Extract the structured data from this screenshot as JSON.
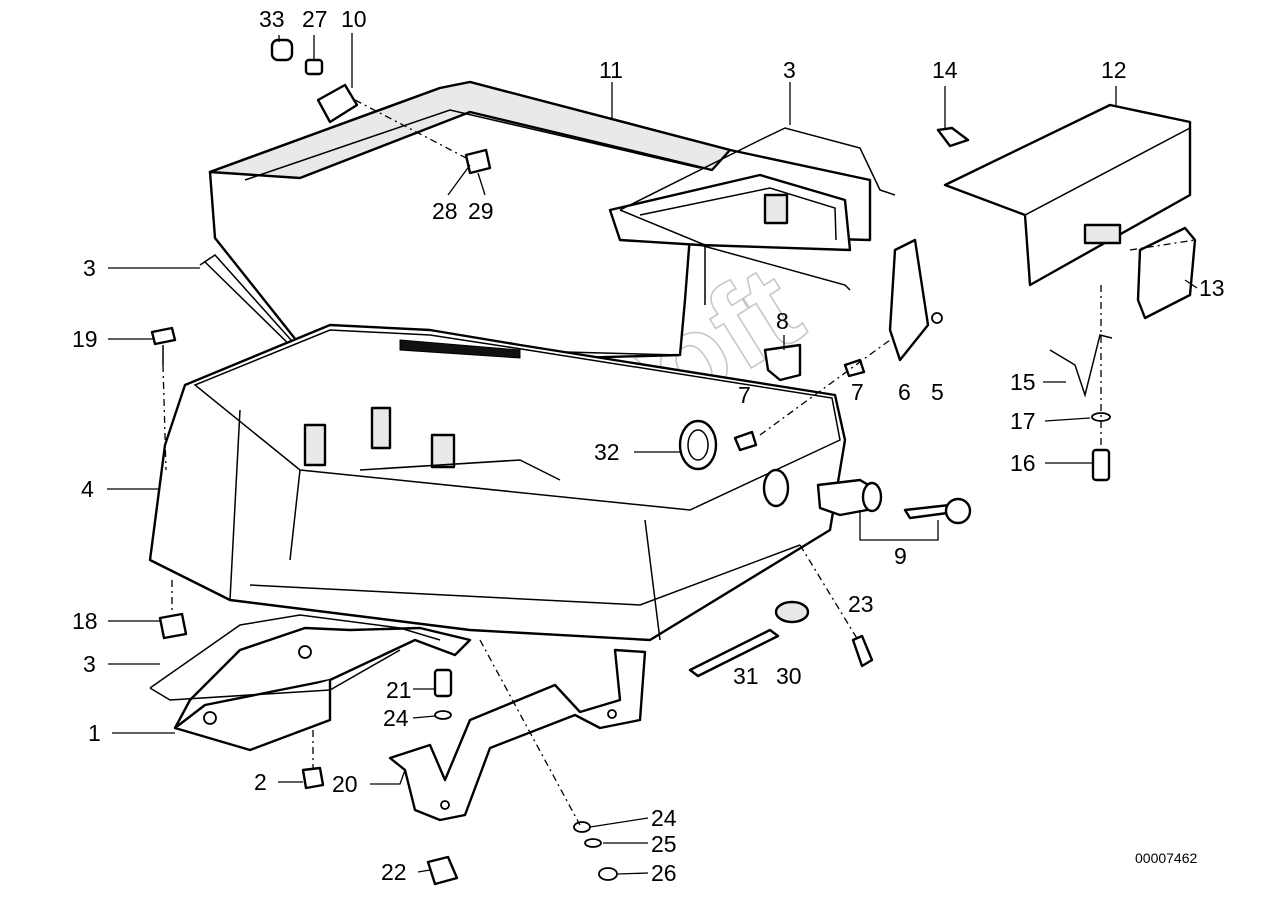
{
  "drawing": {
    "document_number": "00007462",
    "watermark": "AutoSoft",
    "callouts": [
      {
        "id": "c33",
        "text": "33"
      },
      {
        "id": "c27",
        "text": "27"
      },
      {
        "id": "c10",
        "text": "10"
      },
      {
        "id": "c11",
        "text": "11"
      },
      {
        "id": "c3a",
        "text": "3"
      },
      {
        "id": "c14",
        "text": "14"
      },
      {
        "id": "c12",
        "text": "12"
      },
      {
        "id": "c28",
        "text": "28"
      },
      {
        "id": "c29",
        "text": "29"
      },
      {
        "id": "c3b",
        "text": "3"
      },
      {
        "id": "c13",
        "text": "13"
      },
      {
        "id": "c19",
        "text": "19"
      },
      {
        "id": "c8",
        "text": "8"
      },
      {
        "id": "c15",
        "text": "15"
      },
      {
        "id": "c7a",
        "text": "7"
      },
      {
        "id": "c7b",
        "text": "7"
      },
      {
        "id": "c6",
        "text": "6"
      },
      {
        "id": "c5",
        "text": "5"
      },
      {
        "id": "c17",
        "text": "17"
      },
      {
        "id": "c32",
        "text": "32"
      },
      {
        "id": "c16",
        "text": "16"
      },
      {
        "id": "c4",
        "text": "4"
      },
      {
        "id": "c9",
        "text": "9"
      },
      {
        "id": "c23",
        "text": "23"
      },
      {
        "id": "c18",
        "text": "18"
      },
      {
        "id": "c3c",
        "text": "3"
      },
      {
        "id": "c31",
        "text": "31"
      },
      {
        "id": "c30",
        "text": "30"
      },
      {
        "id": "c21",
        "text": "21"
      },
      {
        "id": "c24a",
        "text": "24"
      },
      {
        "id": "c1",
        "text": "1"
      },
      {
        "id": "c2",
        "text": "2"
      },
      {
        "id": "c20",
        "text": "20"
      },
      {
        "id": "c24b",
        "text": "24"
      },
      {
        "id": "c25",
        "text": "25"
      },
      {
        "id": "c22",
        "text": "22"
      },
      {
        "id": "c26",
        "text": "26"
      }
    ]
  }
}
